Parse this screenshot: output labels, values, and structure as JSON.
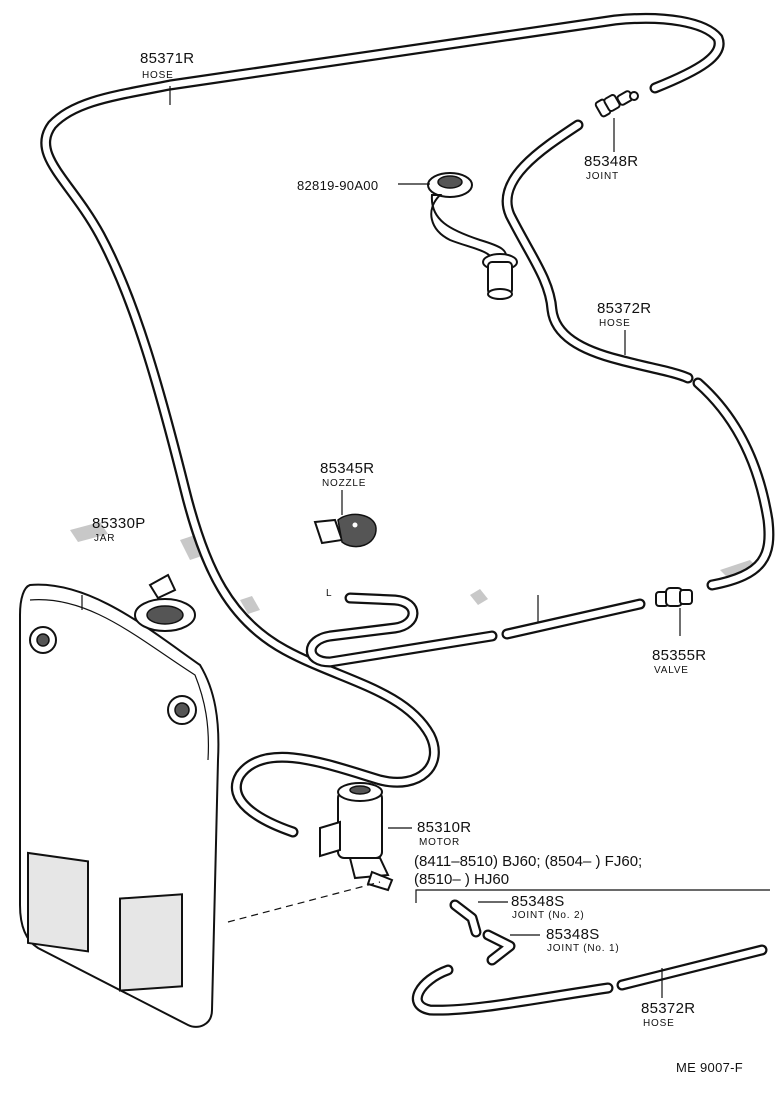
{
  "labels": {
    "hose_upper": {
      "part": "85371R",
      "name": "HOSE"
    },
    "joint_upper": {
      "part": "85348R",
      "name": "JOINT"
    },
    "grommet": {
      "part": "82819-90A00"
    },
    "hose_right": {
      "part": "85372R",
      "name": "HOSE"
    },
    "nozzle": {
      "part": "85345R",
      "name": "NOZZLE"
    },
    "jar": {
      "part": "85330P",
      "name": "JAR"
    },
    "valve": {
      "part": "85355R",
      "name": "VALVE"
    },
    "l_mark": "L",
    "motor": {
      "part": "85310R",
      "name": "MOTOR"
    },
    "applicability_line1": "(8411–8510) BJ60; (8504–        ) FJ60;",
    "applicability_line2": "(8510–        ) HJ60",
    "joint_no2": {
      "part": "85348S",
      "name": "JOINT (No. 2)"
    },
    "joint_no1": {
      "part": "85348S",
      "name": "JOINT (No. 1)"
    },
    "hose_lower": {
      "part": "85372R",
      "name": "HOSE"
    }
  },
  "figure_code": "ME  9007-F"
}
